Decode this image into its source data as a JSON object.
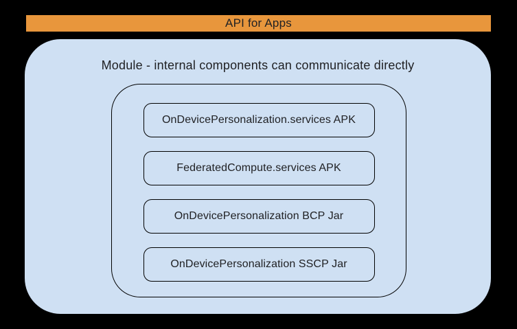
{
  "colors": {
    "background": "#000000",
    "banner-fill": "#E8963C",
    "module-fill": "#CFE0F3",
    "outline": "#000000",
    "text": "#202124"
  },
  "banner": {
    "label": "API for Apps"
  },
  "module": {
    "title": "Module - internal components can communicate directly",
    "components": [
      {
        "label": "OnDevicePersonalization.services APK"
      },
      {
        "label": "FederatedCompute.services APK"
      },
      {
        "label": "OnDevicePersonalization BCP Jar"
      },
      {
        "label": "OnDevicePersonalization SSCP Jar"
      }
    ]
  }
}
